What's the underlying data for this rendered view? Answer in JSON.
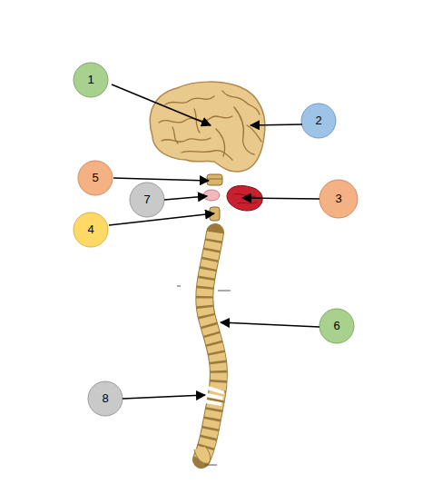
{
  "diagram": {
    "labels": [
      "1",
      "2",
      "5",
      "7",
      "3",
      "4",
      "6",
      "8"
    ]
  }
}
